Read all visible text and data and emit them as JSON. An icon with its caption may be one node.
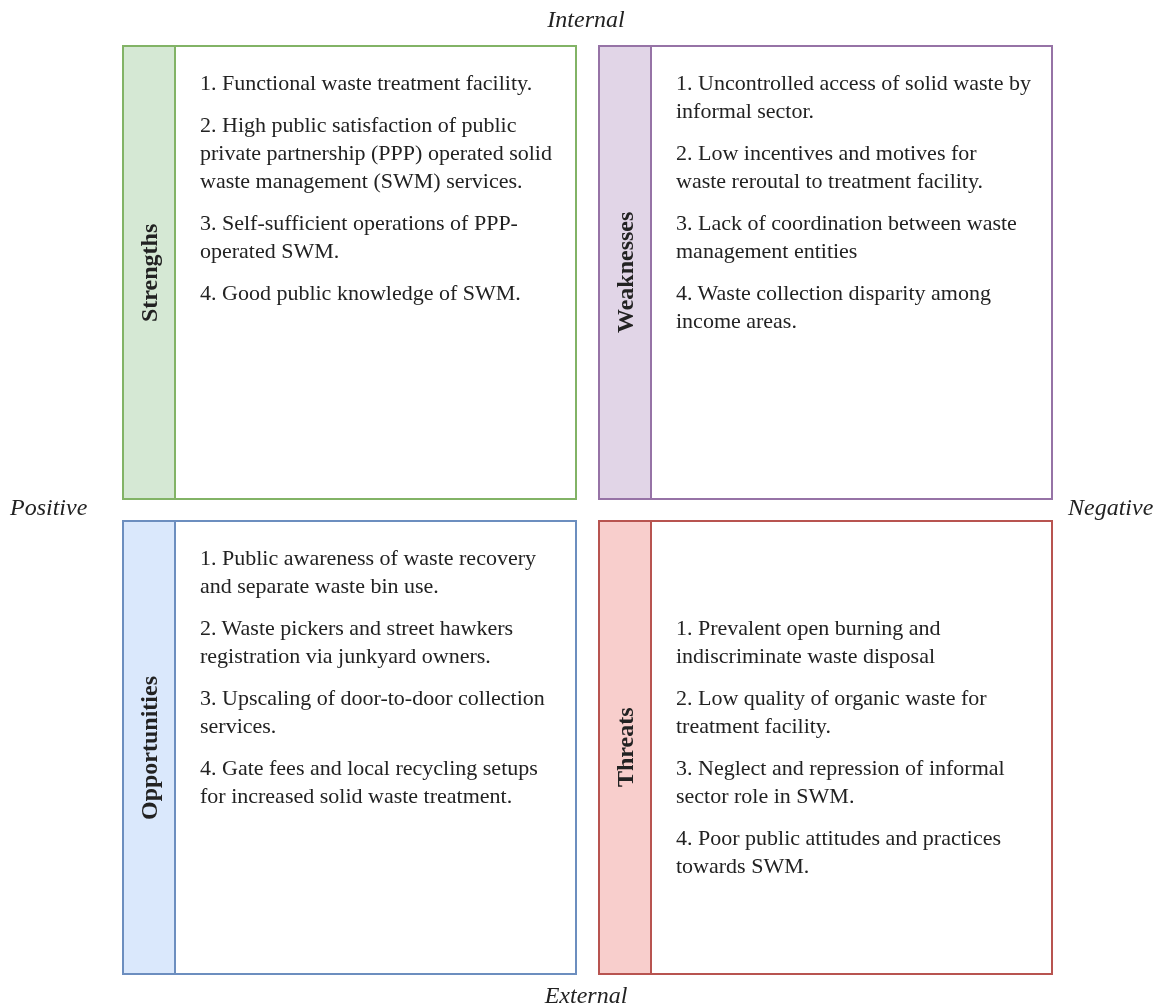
{
  "diagram": {
    "nodes": [
      {
        "text": [
          "Strengths",
          "1. Functional waste treatment facility.",
          "2. High public satisfaction of public private partnership (PPP) operated solid waste management (SWM) services.",
          "3. Self-sufficient operations of PPP-operated SWM.",
          "4. Good public knowledge of SWM."
        ]
      },
      {
        "text": [
          "Weaknesses",
          "1. Uncontrolled access of solid waste by informal sector.",
          "2. Low incentives and motives for waste reroutal to treatment facility.",
          "3. Lack of coordination between waste management entities",
          "4. Waste collection disparity among income areas."
        ]
      },
      {
        "text": [
          "Opportunities",
          "1. Public awareness of waste recovery and separate waste bin use.",
          "2. Waste pickers and street hawkers registration via junkyard owners.",
          "3. Upscaling of door-to-door collection services.",
          "4. Gate fees and local recycling setups for increased solid waste treatment."
        ]
      },
      {
        "text": [
          "Threats",
          "1. Prevalent open burning and indiscriminate waste disposal",
          "2. Low quality of organic waste for treatment facility.",
          "3. Neglect and repression of informal sector role in SWM.",
          "4. Poor public attitudes and practices towards SWM."
        ]
      }
    ],
    "labels": [
      "Internal",
      "Positive",
      "Negative",
      "External"
    ]
  }
}
